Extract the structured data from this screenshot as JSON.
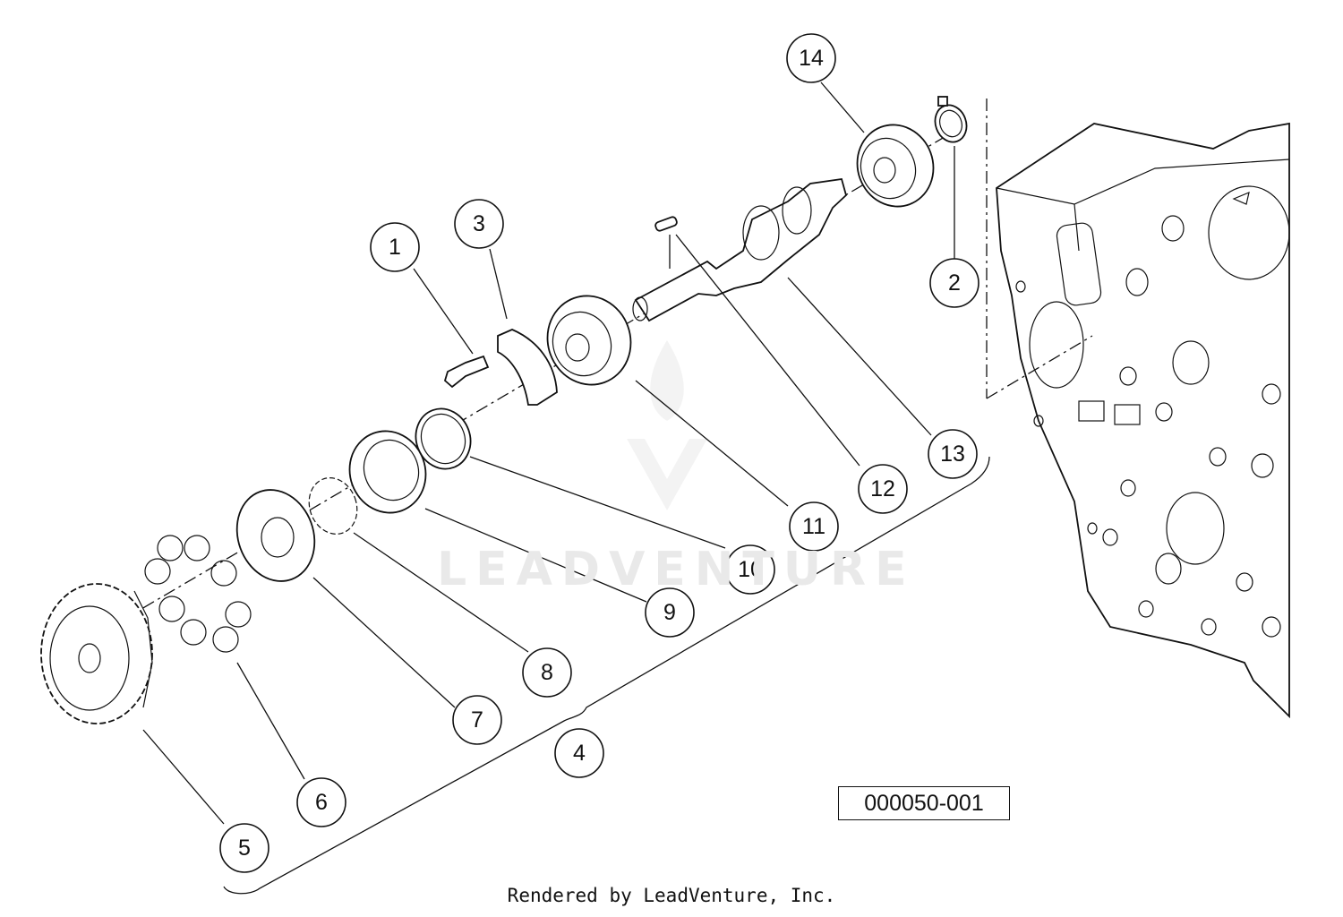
{
  "callouts": [
    {
      "label": "1"
    },
    {
      "label": "2"
    },
    {
      "label": "3"
    },
    {
      "label": "4"
    },
    {
      "label": "5"
    },
    {
      "label": "6"
    },
    {
      "label": "7"
    },
    {
      "label": "8"
    },
    {
      "label": "9"
    },
    {
      "label": "10"
    },
    {
      "label": "11"
    },
    {
      "label": "12"
    },
    {
      "label": "13"
    },
    {
      "label": "14"
    }
  ],
  "reference_code": "000050-001",
  "footer": "Rendered by LeadVenture, Inc.",
  "watermark": "LEADVENTURE"
}
